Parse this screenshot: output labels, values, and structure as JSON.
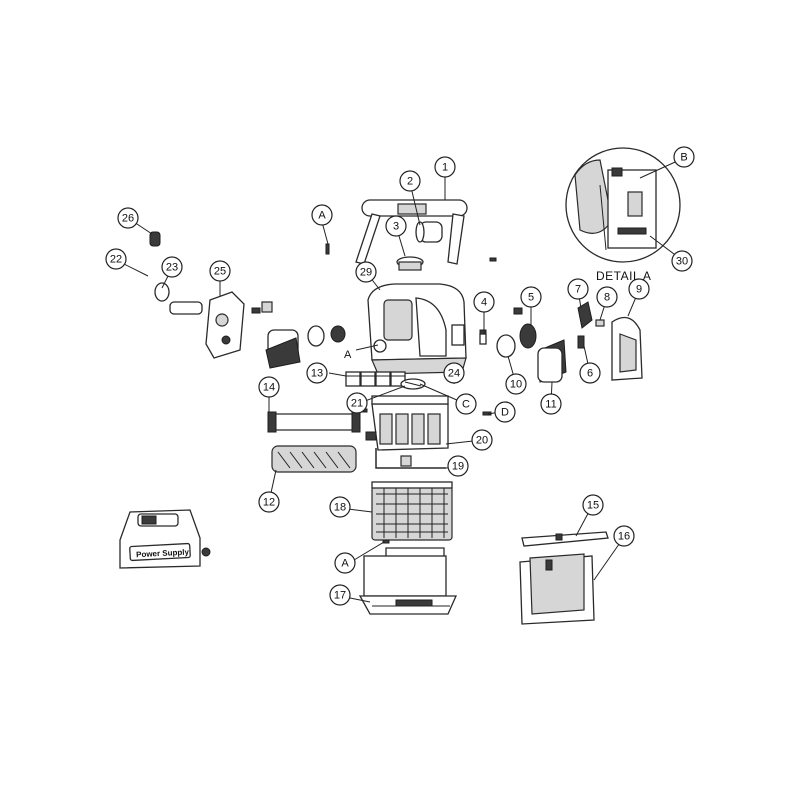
{
  "detail": {
    "title": "DETAIL A"
  },
  "power_supply": {
    "label": "Power Supply"
  },
  "callouts": [
    {
      "id": "1",
      "label": "1"
    },
    {
      "id": "2",
      "label": "2"
    },
    {
      "id": "3",
      "label": "3"
    },
    {
      "id": "4",
      "label": "4"
    },
    {
      "id": "5",
      "label": "5"
    },
    {
      "id": "6",
      "label": "6"
    },
    {
      "id": "7",
      "label": "7"
    },
    {
      "id": "8",
      "label": "8"
    },
    {
      "id": "9",
      "label": "9"
    },
    {
      "id": "10",
      "label": "10"
    },
    {
      "id": "11",
      "label": "11"
    },
    {
      "id": "12",
      "label": "12"
    },
    {
      "id": "13",
      "label": "13"
    },
    {
      "id": "14",
      "label": "14"
    },
    {
      "id": "15",
      "label": "15"
    },
    {
      "id": "16",
      "label": "16"
    },
    {
      "id": "17",
      "label": "17"
    },
    {
      "id": "18",
      "label": "18"
    },
    {
      "id": "19",
      "label": "19"
    },
    {
      "id": "20",
      "label": "20"
    },
    {
      "id": "21",
      "label": "21"
    },
    {
      "id": "22",
      "label": "22"
    },
    {
      "id": "23",
      "label": "23"
    },
    {
      "id": "24",
      "label": "24"
    },
    {
      "id": "25",
      "label": "25"
    },
    {
      "id": "26",
      "label": "26"
    },
    {
      "id": "29",
      "label": "29"
    },
    {
      "id": "30",
      "label": "30"
    },
    {
      "id": "A1",
      "label": "A"
    },
    {
      "id": "A3",
      "label": "A"
    },
    {
      "id": "B",
      "label": "B"
    },
    {
      "id": "C",
      "label": "C"
    },
    {
      "id": "D",
      "label": "D"
    }
  ],
  "ref_letters": {
    "a_body": "A"
  }
}
